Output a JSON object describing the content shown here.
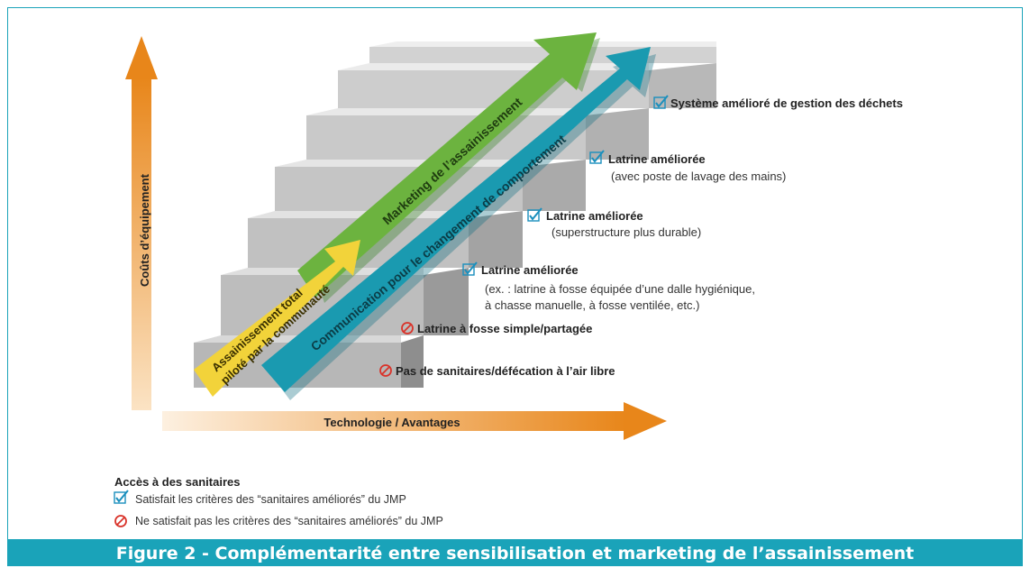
{
  "caption": "Figure 2 - Complémentarité entre sensibilisation et marketing de l’assainissement",
  "axes": {
    "y_label": "Coûts d’équipement",
    "x_label": "Technologie / Avantages"
  },
  "arrows": {
    "yellow_line1": "Assainissement total",
    "yellow_line2": "piloté par la communauté",
    "green": "Marketing de l’assainissement",
    "teal": "Communication pour le changement de comportement"
  },
  "steps": [
    {
      "title": "Pas de sanitaires/défécation à l’air libre",
      "status": "no"
    },
    {
      "title": "Latrine à fosse simple/partagée",
      "status": "no"
    },
    {
      "title": "Latrine améliorée",
      "desc1": "(ex. : latrine à fosse équipée d’une dalle hygiénique,",
      "desc2": "à chasse manuelle, à fosse ventilée, etc.)",
      "status": "yes"
    },
    {
      "title": "Latrine améliorée",
      "desc1": "(superstructure plus durable)",
      "status": "yes"
    },
    {
      "title": "Latrine améliorée",
      "desc1": "(avec poste de lavage des mains)",
      "status": "yes"
    },
    {
      "title": "Système amélioré de gestion des déchets",
      "status": "yes"
    }
  ],
  "legend": {
    "title": "Accès à des sanitaires",
    "yes": "Satisfait les critères des “sanitaires améliorés” du JMP",
    "no": "Ne satisfait pas les critères des “sanitaires améliorés” du JMP"
  },
  "colors": {
    "accent": "#1aa3b9",
    "orange": "#e8861a",
    "green": "#6cb33f",
    "yellow": "#f2d33a",
    "teal": "#1a9ab0",
    "check": "#1a8fbd",
    "no": "#d9332a"
  }
}
